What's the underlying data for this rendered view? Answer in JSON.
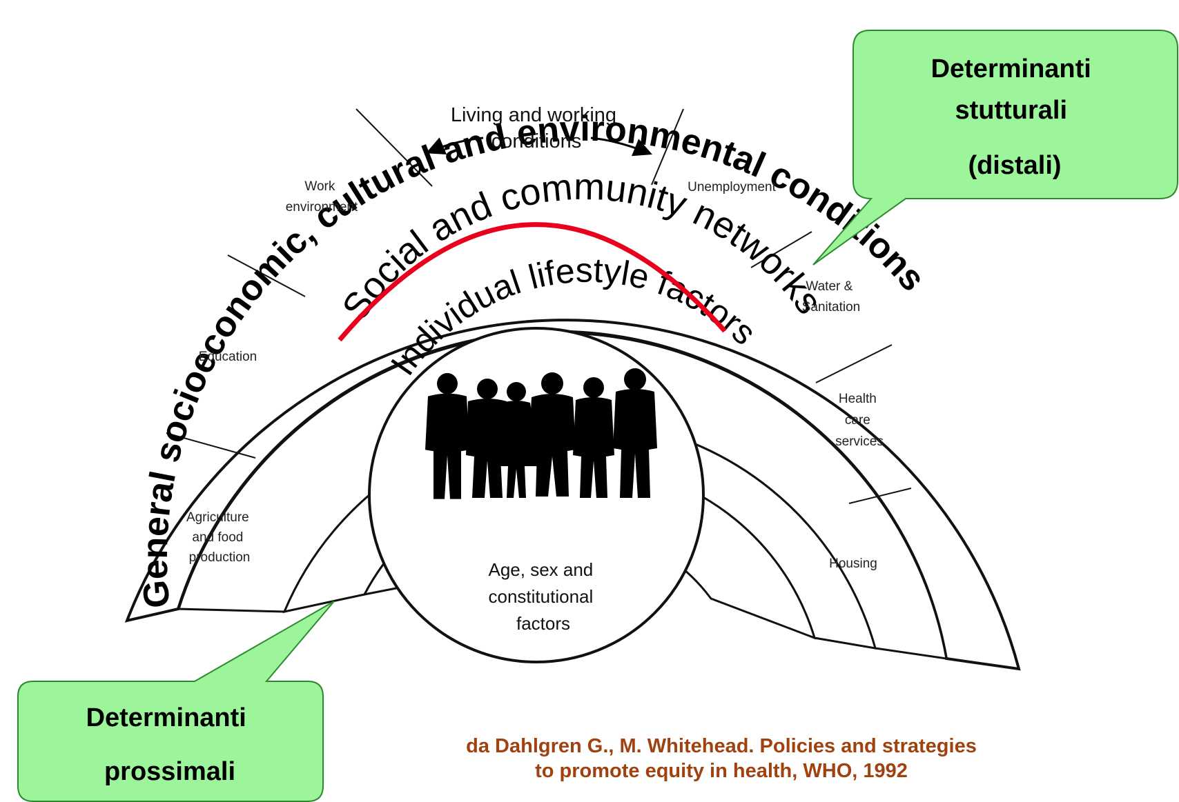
{
  "diagram": {
    "outer_band_title": "General socioeconomic, cultural and environmental conditions",
    "middle_band_title": "Social and community networks",
    "inner_band_title": "Individual lifestyle factors",
    "top_label": [
      "Living and working",
      "conditions"
    ],
    "core_label": [
      "Age, sex and",
      "constitutional",
      "factors"
    ],
    "left_segments": [
      {
        "lines": [
          "Work",
          "environment"
        ]
      },
      {
        "lines": [
          "Education"
        ]
      },
      {
        "lines": [
          "Agriculture",
          "and food",
          "production"
        ]
      }
    ],
    "right_segments": [
      {
        "lines": [
          "Unemployment"
        ]
      },
      {
        "lines": [
          "Water &",
          "Sanitation"
        ]
      },
      {
        "lines": [
          "Health",
          "care",
          "services"
        ]
      },
      {
        "lines": [
          "Housing"
        ]
      }
    ],
    "highlight_color": "#e8001c",
    "people_icon": "people-silhouettes-icon"
  },
  "callouts": {
    "distal": {
      "lines": [
        "Determinanti",
        "stutturali",
        "(distali)"
      ],
      "fill": "#9cf59a"
    },
    "proximal": {
      "lines": [
        "Determinanti",
        "prossimali"
      ],
      "fill": "#9cf59a"
    }
  },
  "citation": {
    "lines": [
      "da Dahlgren G., M. Whitehead. Policies and strategies",
      "to promote equity in health, WHO, 1992"
    ],
    "color": "#a0420f"
  }
}
